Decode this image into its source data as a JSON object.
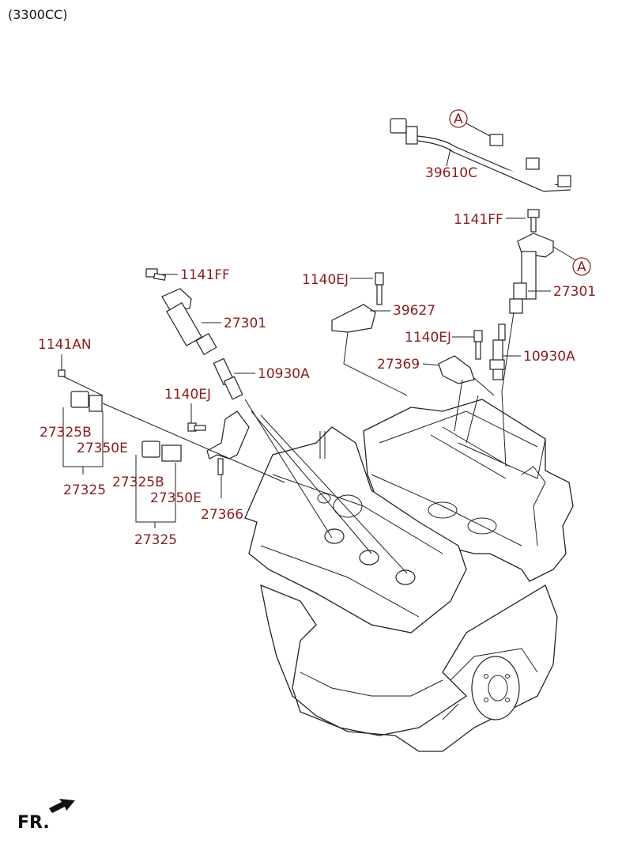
{
  "title": "(3300CC)",
  "direction_label": "FR.",
  "ref_marker": "A",
  "labels": {
    "harness": "39610C",
    "bolt_right_coil": "1141FF",
    "coil_right": "27301",
    "bolt_left_coil": "1141FF",
    "bolt_bracket_39627": "1140EJ",
    "bracket_39627": "39627",
    "coil_left": "27301",
    "bolt_27369": "1140EJ",
    "bracket_27369": "27369",
    "plug_right": "10930A",
    "bolt_sensor_left": "1141AN",
    "plug_left": "10930A",
    "bolt_27366": "1140EJ",
    "sensor_1_b": "27325B",
    "sensor_1_e": "27350E",
    "sensor_1": "27325",
    "sensor_2_b": "27325B",
    "sensor_2_e": "27350E",
    "bracket_27366": "27366",
    "sensor_2": "27325"
  },
  "colors": {
    "label": "#8a1c1c",
    "line": "#222222"
  }
}
